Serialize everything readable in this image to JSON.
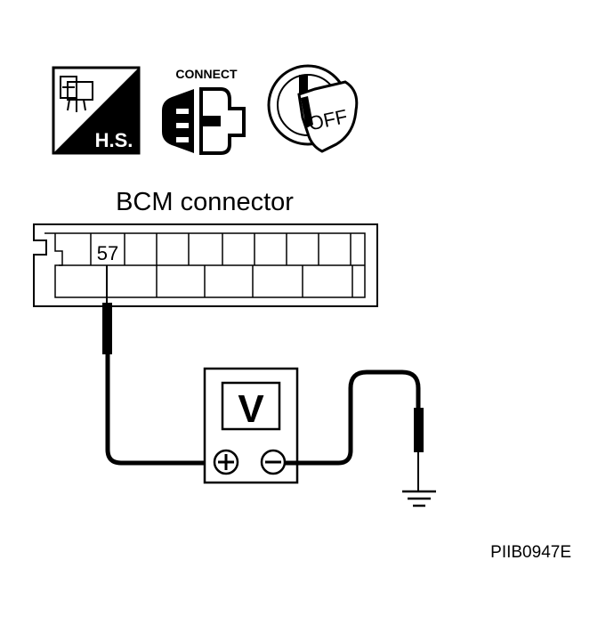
{
  "icons": {
    "hs_label": "H.S.",
    "connect_label": "CONNECT",
    "ignition_label": "OFF"
  },
  "connector": {
    "title": "BCM connector",
    "pin_label": "57"
  },
  "meter": {
    "symbol": "V",
    "plus_symbol": "+",
    "minus_symbol": "−"
  },
  "figure_code": "PIIB0947E",
  "colors": {
    "ink": "#000000",
    "paper": "#ffffff"
  }
}
